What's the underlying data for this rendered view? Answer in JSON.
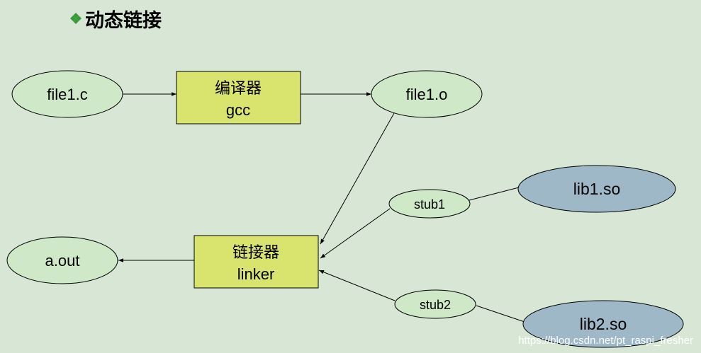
{
  "title": "动态链接",
  "title_bullet_icon": "diamond-cluster-icon",
  "colors": {
    "background": "#d8e6d5",
    "file_node": "#cfe8c8",
    "tool_box": "#d8e46e",
    "lib_node": "#9fb8c8",
    "bullet": "#3a9a3a"
  },
  "nodes": {
    "file1_c": "file1.c",
    "compiler_line1": "编译器",
    "compiler_line2": "gcc",
    "file1_o": "file1.o",
    "stub1": "stub1",
    "lib1_so": "lib1.so",
    "aout": "a.out",
    "linker_line1": "链接器",
    "linker_line2": "linker",
    "stub2": "stub2",
    "lib2_so": "lib2.so"
  },
  "watermark": "https://blog.csdn.net/pt_raspi_fresher"
}
